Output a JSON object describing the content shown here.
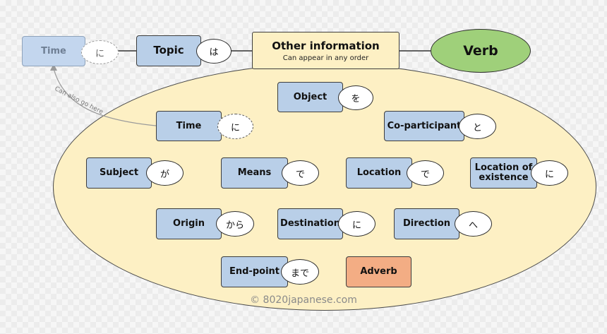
{
  "top_row": {
    "time_alt": {
      "label": "Time",
      "particle": "に"
    },
    "topic": {
      "label": "Topic",
      "particle": "は"
    },
    "other_information": {
      "title": "Other information",
      "subtitle": "Can appear in any order"
    },
    "verb": "Verb"
  },
  "arrow_note": "Can also go here",
  "elements": {
    "object": {
      "label": "Object",
      "particle": "を"
    },
    "time": {
      "label": "Time",
      "particle": "に"
    },
    "co_participant": {
      "label": "Co-participant",
      "particle": "と"
    },
    "subject": {
      "label": "Subject",
      "particle": "が"
    },
    "means": {
      "label": "Means",
      "particle": "で"
    },
    "location": {
      "label": "Location",
      "particle": "で"
    },
    "location_of_existence": {
      "label_line1": "Location of",
      "label_line2": "existence",
      "particle": "に"
    },
    "origin": {
      "label": "Origin",
      "particle": "から"
    },
    "destination": {
      "label": "Destination",
      "particle": "に"
    },
    "direction": {
      "label": "Direction",
      "particle": "へ"
    },
    "end_point": {
      "label": "End-point",
      "particle": "まで"
    },
    "adverb": {
      "label": "Adverb"
    }
  },
  "copyright": "© 8020japanese.com",
  "colors": {
    "box_fill": "#b9cfe8",
    "ellipse_fill": "#fdf0c4",
    "verb_fill": "#9fd07a",
    "adverb_fill": "#f3ad84"
  }
}
